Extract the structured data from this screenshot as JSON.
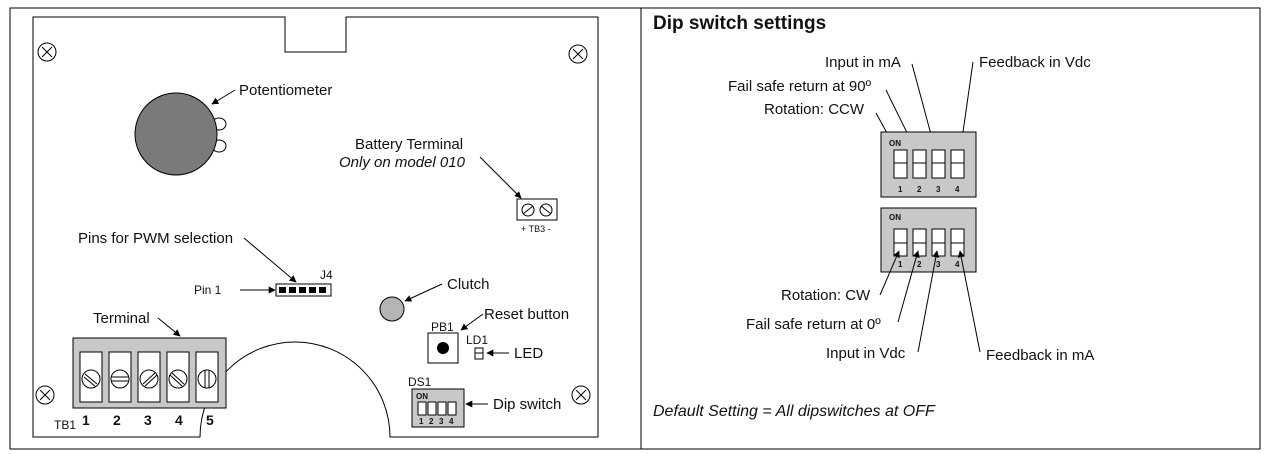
{
  "board": {
    "potentiometer": "Potentiometer",
    "battery_terminal": "Battery Terminal",
    "battery_note": "Only on model 010",
    "tb3": "+ TB3 -",
    "pwm_pins": "Pins for PWM selection",
    "j4": "J4",
    "pin1": "Pin 1",
    "clutch": "Clutch",
    "reset_button": "Reset button",
    "pb1": "PB1",
    "ld1": "LD1",
    "led": "LED",
    "terminal": "Terminal",
    "tb1": "TB1",
    "terminal_numbers": [
      "1",
      "2",
      "3",
      "4",
      "5"
    ],
    "ds1": "DS1",
    "dip_switch": "Dip switch",
    "dip_on": "ON",
    "dip_numbers": [
      "1",
      "2",
      "3",
      "4"
    ]
  },
  "settings": {
    "title": "Dip switch settings",
    "on_label": "ON",
    "switch_numbers": [
      "1",
      "2",
      "3",
      "4"
    ],
    "on_labels": {
      "sw1": "Rotation: CCW",
      "sw2": "Fail safe return at 90º",
      "sw3": "Input in mA",
      "sw4": "Feedback in Vdc"
    },
    "off_labels": {
      "sw1": "Rotation: CW",
      "sw2": "Fail safe return at 0º",
      "sw3": "Input in Vdc",
      "sw4": "Feedback in mA"
    },
    "default_setting": "Default Setting =  All dipswitches at OFF"
  },
  "colors": {
    "gray_fill": "#c8c8c8",
    "pot_fill": "#7a7a7a",
    "line": "#000000"
  }
}
